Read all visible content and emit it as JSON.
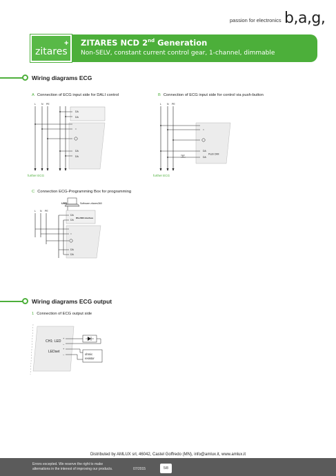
{
  "brand": {
    "tagline": "passion for electronics",
    "logo": "b,a,g,"
  },
  "header": {
    "logo_text": "zitares",
    "logo_plus": "+",
    "title_main": "ZITARES NCD 2",
    "title_sup": "nd",
    "title_rest": " Generation",
    "subtitle": "Non-SELV, constant current control gear, 1-channel, dimmable"
  },
  "section_input": {
    "title": "Wiring diagrams ECG",
    "a_letter": "A",
    "a_caption": "Connection of ECG input side for DALI control",
    "b_letter": "B",
    "b_caption": "Connection of ECG input side for control via push-button",
    "c_letter": "C",
    "c_caption": "Connection ECG-Programming Box for programming"
  },
  "section_output": {
    "title": "Wiring diagrams ECG output",
    "one_letter": "1",
    "one_caption": "Connection of ECG output side"
  },
  "diagram_labels": {
    "l": "L",
    "n": "N",
    "pe": "PE",
    "da": "DA",
    "further_ecg": "further ECG",
    "push_dim": "Push DIM",
    "usb": "USB",
    "software": "Software zitares360",
    "interface": "RS-2000 interface",
    "ch1": "CH1: LED",
    "ledset": "LEDset",
    "ohmic1": "ohmic",
    "ohmic2": "resistor",
    "plus": "+",
    "minus": "–",
    "tilde": "≈"
  },
  "footer": {
    "distributed": "Distributed by AMLUX srl, 46042, Castel Goffredo (MN), info@amlux.it, www.amlux.it",
    "errors_line1": "Errors excepted. We reserve the right to make",
    "errors_line2": "alternations in the interest of improving our products.",
    "date": "07/2015",
    "page": "5/8"
  }
}
